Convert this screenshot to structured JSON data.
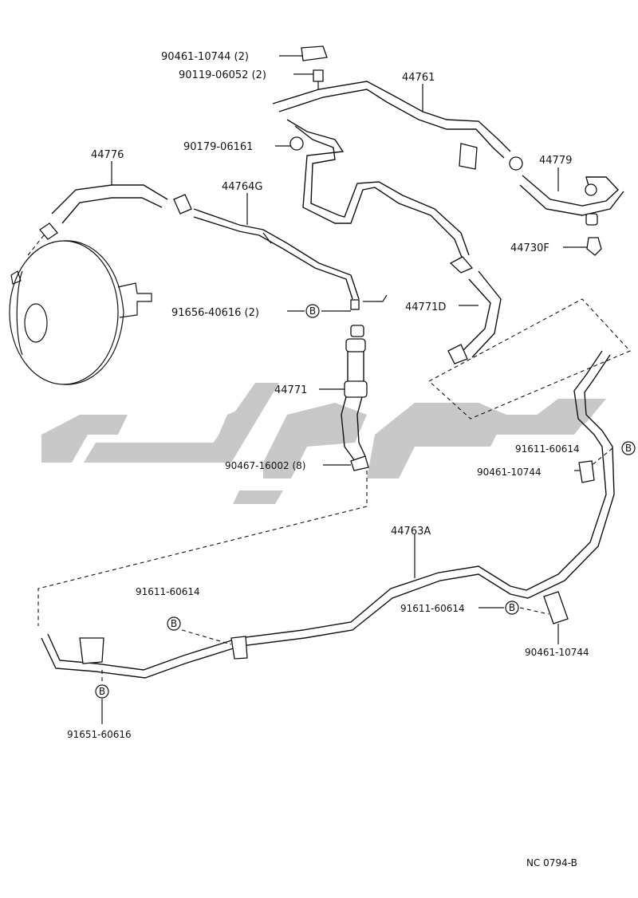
{
  "labels": {
    "p1": "90461-10744 (2)",
    "p2": "90119-06052 (2)",
    "p3": "44761",
    "p4": "90179-06161",
    "p5": "44776",
    "p6": "44764G",
    "p7": "44779",
    "p8": "44730F",
    "p9": "91656-40616 (2)",
    "p10": "44771D",
    "p11": "44771",
    "p12": "91611-60614",
    "p13": "90461-10744",
    "p14": "90467-16002 (8)",
    "p15": "44763A",
    "p16": "91611-60614",
    "p17": "91611-60614",
    "p18": "90461-10744",
    "p19": "91651-60616",
    "ref_code": "NC  0794-B"
  },
  "callout_marker": "B",
  "colors": {
    "line": "#111111",
    "watermark": "#c8c8c8",
    "background": "#ffffff"
  }
}
